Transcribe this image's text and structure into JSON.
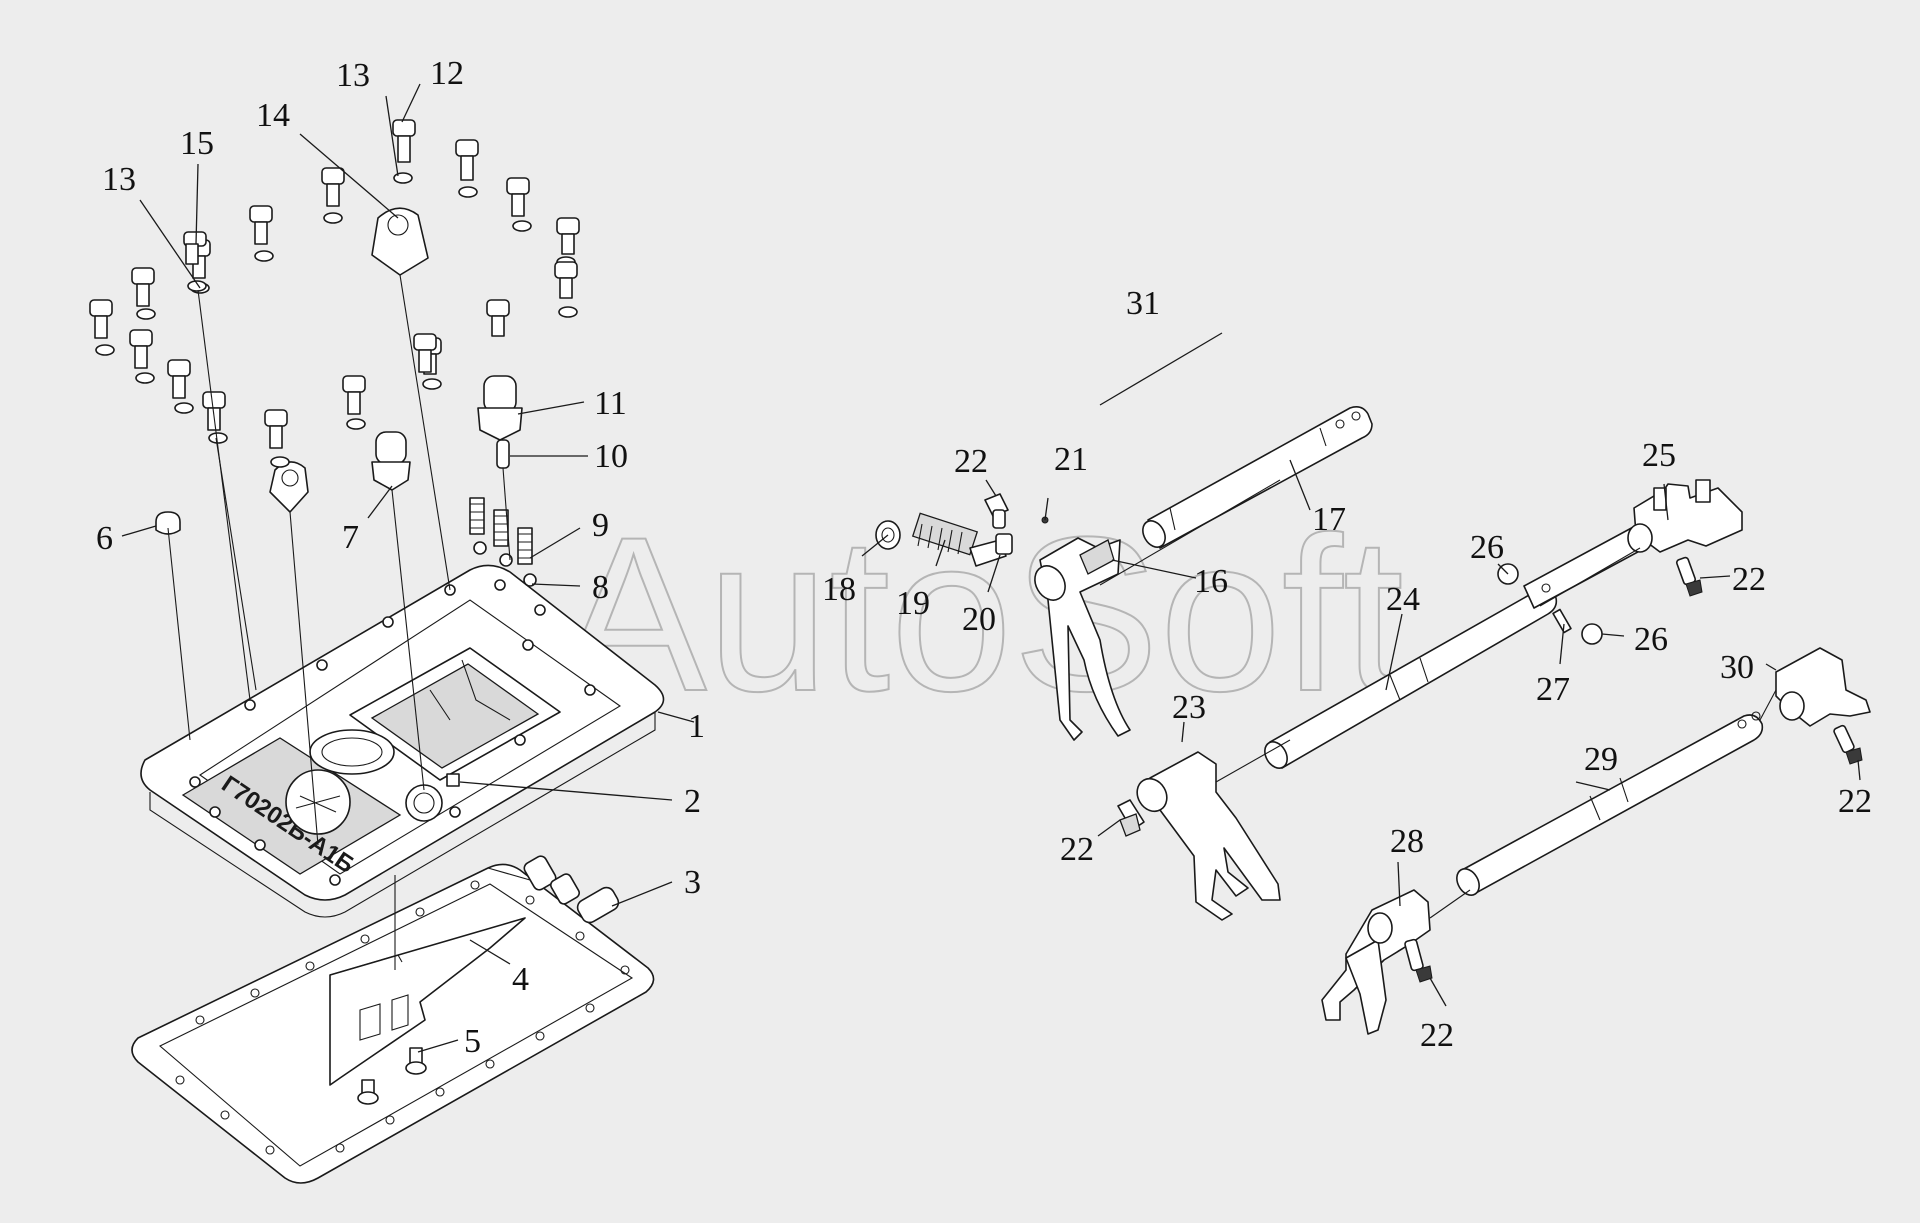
{
  "watermark": "AutoSoft",
  "plate_marking": "Г70202Б-А1Б",
  "callouts": [
    "1",
    "2",
    "3",
    "4",
    "5",
    "6",
    "7",
    "8",
    "9",
    "10",
    "11",
    "12",
    "13",
    "13",
    "14",
    "15",
    "16",
    "17",
    "18",
    "19",
    "20",
    "21",
    "22",
    "22",
    "22",
    "22",
    "22",
    "22",
    "23",
    "24",
    "25",
    "26",
    "26",
    "27",
    "28",
    "29",
    "30",
    "31"
  ],
  "colors": {
    "background": "#ededed",
    "line": "#1a1a1a",
    "watermark": "#b5b5b5"
  }
}
